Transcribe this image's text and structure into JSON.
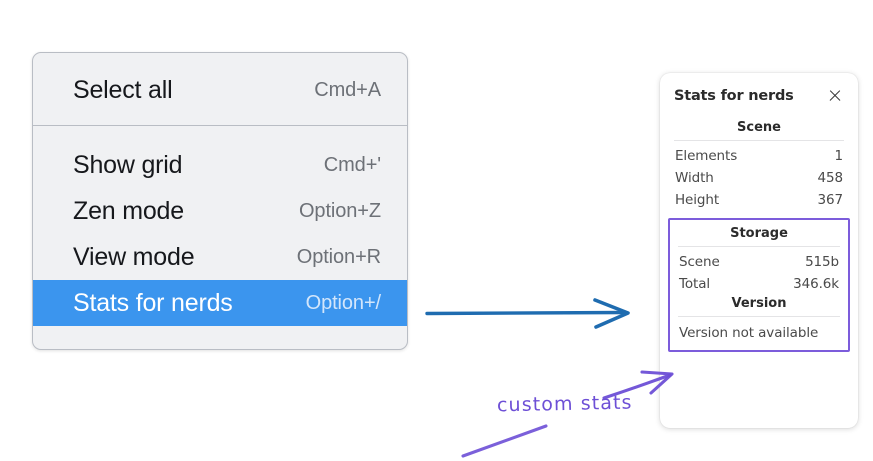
{
  "context_menu": {
    "name": "canvas-context-menu",
    "sections": [
      {
        "items": [
          {
            "label": "Select all",
            "accel": "Cmd+A",
            "selected": false
          }
        ]
      },
      {
        "items": [
          {
            "label": "Show grid",
            "accel": "Cmd+'",
            "selected": false
          },
          {
            "label": "Zen mode",
            "accel": "Option+Z",
            "selected": false
          },
          {
            "label": "View mode",
            "accel": "Option+R",
            "selected": false
          },
          {
            "label": "Stats for nerds",
            "accel": "Option+/",
            "selected": true
          }
        ]
      }
    ],
    "highlight_color": "#3b95ee"
  },
  "stats_panel": {
    "title": "Stats for nerds",
    "close_icon": "close-icon",
    "scene": {
      "heading": "Scene",
      "rows": [
        {
          "key": "Elements",
          "value": "1"
        },
        {
          "key": "Width",
          "value": "458"
        },
        {
          "key": "Height",
          "value": "367"
        }
      ]
    },
    "storage": {
      "heading": "Storage",
      "rows": [
        {
          "key": "Scene",
          "value": "515b"
        },
        {
          "key": "Total",
          "value": "346.6k"
        }
      ]
    },
    "version": {
      "heading": "Version",
      "text": "Version not available"
    },
    "highlight_border_color": "#7c5cdb"
  },
  "annotations": {
    "arrow_blue_color": "#1f6cb0",
    "arrow_purple_color": "#6d4fd6",
    "handwritten_label": "custom stats"
  }
}
